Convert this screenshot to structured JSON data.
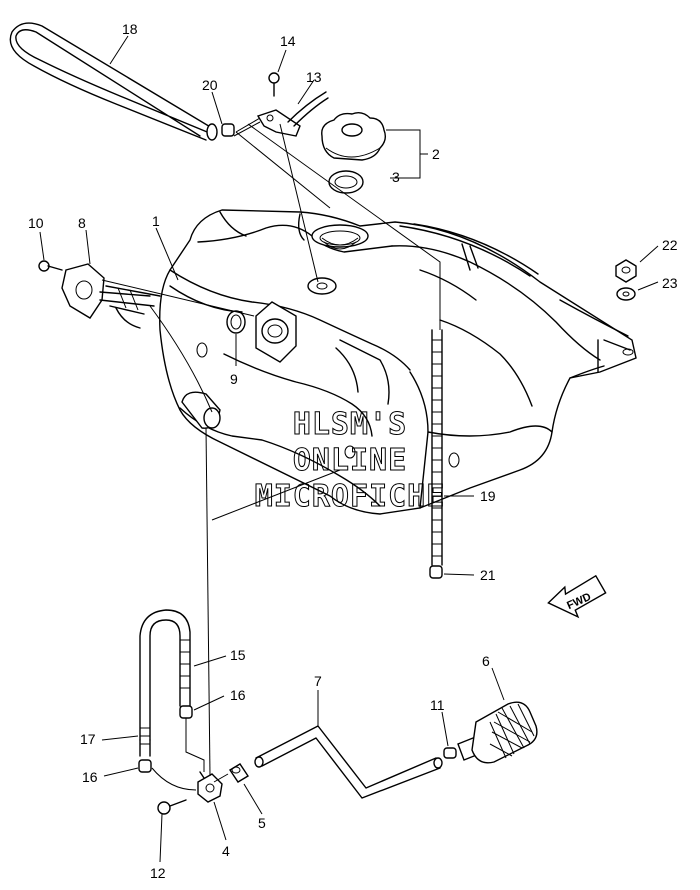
{
  "watermark": {
    "line1": "HLSM'S",
    "line2": "ONLINE",
    "line3": "MICROFICHE"
  },
  "fwd_label": "FWD",
  "labels": {
    "p1": "1",
    "p2": "2",
    "p3": "3",
    "p4": "4",
    "p5": "5",
    "p6": "6",
    "p7": "7",
    "p8": "8",
    "p9": "9",
    "p10": "10",
    "p11": "11",
    "p12": "12",
    "p13": "13",
    "p14": "14",
    "p15": "15",
    "p16a": "16",
    "p16b": "16",
    "p17": "17",
    "p18": "18",
    "p19": "19",
    "p20": "20",
    "p21": "21",
    "p22": "22",
    "p23": "23"
  }
}
